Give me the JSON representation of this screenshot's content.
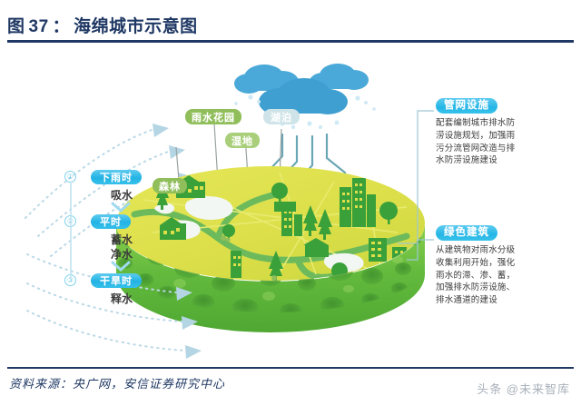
{
  "header": {
    "figure_prefix": "图",
    "figure_number": "37",
    "colon": "：",
    "title": "海绵城市示意图",
    "accent_color": "#1F3864"
  },
  "footer": {
    "source_text": "资料来源：央广网，安信证券研究中心",
    "watermark": "头条 @未来智库"
  },
  "diagram": {
    "surface_labels": [
      {
        "id": "forest",
        "text": "森林",
        "style": "green"
      },
      {
        "id": "rain-garden",
        "text": "雨水花园",
        "style": "green"
      },
      {
        "id": "wetland",
        "text": "湿地",
        "style": "green-dim"
      },
      {
        "id": "lake",
        "text": "湖泊",
        "style": "teal"
      }
    ],
    "process_steps": [
      {
        "num": "①",
        "label": "下雨时",
        "detail": "吸水"
      },
      {
        "num": "②",
        "label": "平时",
        "detail": "蓄水\n净水"
      },
      {
        "num": "③",
        "label": "干旱时",
        "detail": "释水"
      }
    ],
    "process_detail_lines": {
      "step1": [
        "吸水"
      ],
      "step2": [
        "蓄水",
        "净水"
      ],
      "step3": [
        "释水"
      ]
    },
    "callouts": [
      {
        "id": "pipe-network",
        "title": "管网设施",
        "body": "配套编制城市排水防涝设施规划，加强雨污分流管网改造与排水防涝设施建设"
      },
      {
        "id": "green-building",
        "title": "绿色建筑",
        "body": "从建筑物对雨水分级收集利用开始，强化雨水的滞、渗、蓄，加强排水防涝设施、排水通道的建设"
      }
    ],
    "colors": {
      "cloud": "#4aa9d8",
      "raindrop": "#cfe9f5",
      "pipe": "#6aa6b5",
      "sponge_top": "#dfe04a",
      "sponge_body": "#6fbf44",
      "sponge_body_dark": "#49a03a",
      "city_green": "#4aa94a",
      "water_white": "#f2f7f4",
      "arrow": "#a9cde0",
      "pill_blue": "#22b3e4",
      "pill_green": "#8fbe5a"
    }
  }
}
